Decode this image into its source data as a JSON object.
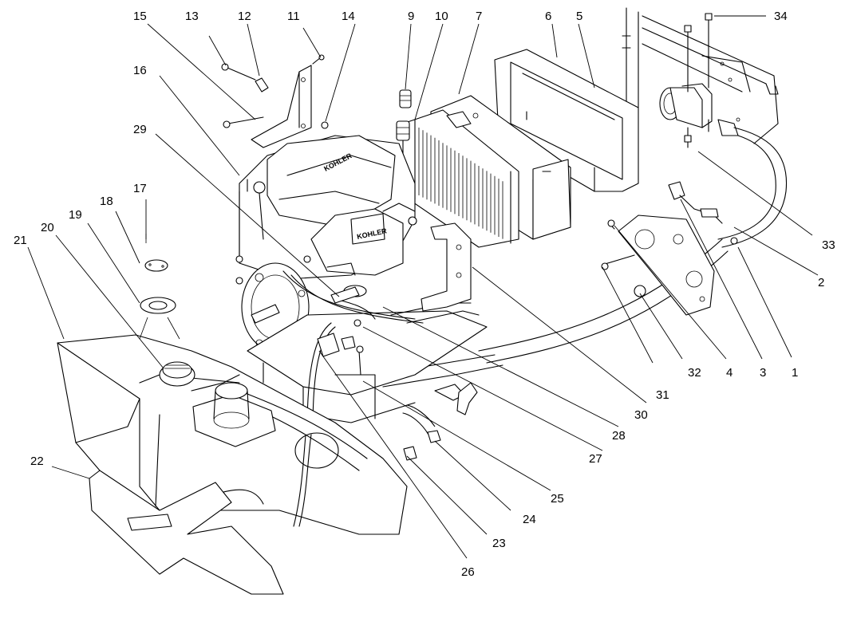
{
  "diagram": {
    "brand_marks": [
      "KOHLER",
      "KOHLER"
    ],
    "callouts": [
      {
        "id": "c1",
        "label": "1"
      },
      {
        "id": "c2",
        "label": "2"
      },
      {
        "id": "c3",
        "label": "3"
      },
      {
        "id": "c4",
        "label": "4"
      },
      {
        "id": "c5",
        "label": "5"
      },
      {
        "id": "c6",
        "label": "6"
      },
      {
        "id": "c7",
        "label": "7"
      },
      {
        "id": "c9",
        "label": "9"
      },
      {
        "id": "c10",
        "label": "10"
      },
      {
        "id": "c11",
        "label": "11"
      },
      {
        "id": "c12",
        "label": "12"
      },
      {
        "id": "c13",
        "label": "13"
      },
      {
        "id": "c14",
        "label": "14"
      },
      {
        "id": "c15",
        "label": "15"
      },
      {
        "id": "c16",
        "label": "16"
      },
      {
        "id": "c17",
        "label": "17"
      },
      {
        "id": "c18",
        "label": "18"
      },
      {
        "id": "c19",
        "label": "19"
      },
      {
        "id": "c20",
        "label": "20"
      },
      {
        "id": "c21",
        "label": "21"
      },
      {
        "id": "c22",
        "label": "22"
      },
      {
        "id": "c23",
        "label": "23"
      },
      {
        "id": "c24",
        "label": "24"
      },
      {
        "id": "c25",
        "label": "25"
      },
      {
        "id": "c26",
        "label": "26"
      },
      {
        "id": "c27",
        "label": "27"
      },
      {
        "id": "c28",
        "label": "28"
      },
      {
        "id": "c29",
        "label": "29"
      },
      {
        "id": "c30",
        "label": "30"
      },
      {
        "id": "c31",
        "label": "31"
      },
      {
        "id": "c32",
        "label": "32"
      },
      {
        "id": "c33",
        "label": "33"
      },
      {
        "id": "c34",
        "label": "34"
      }
    ]
  }
}
